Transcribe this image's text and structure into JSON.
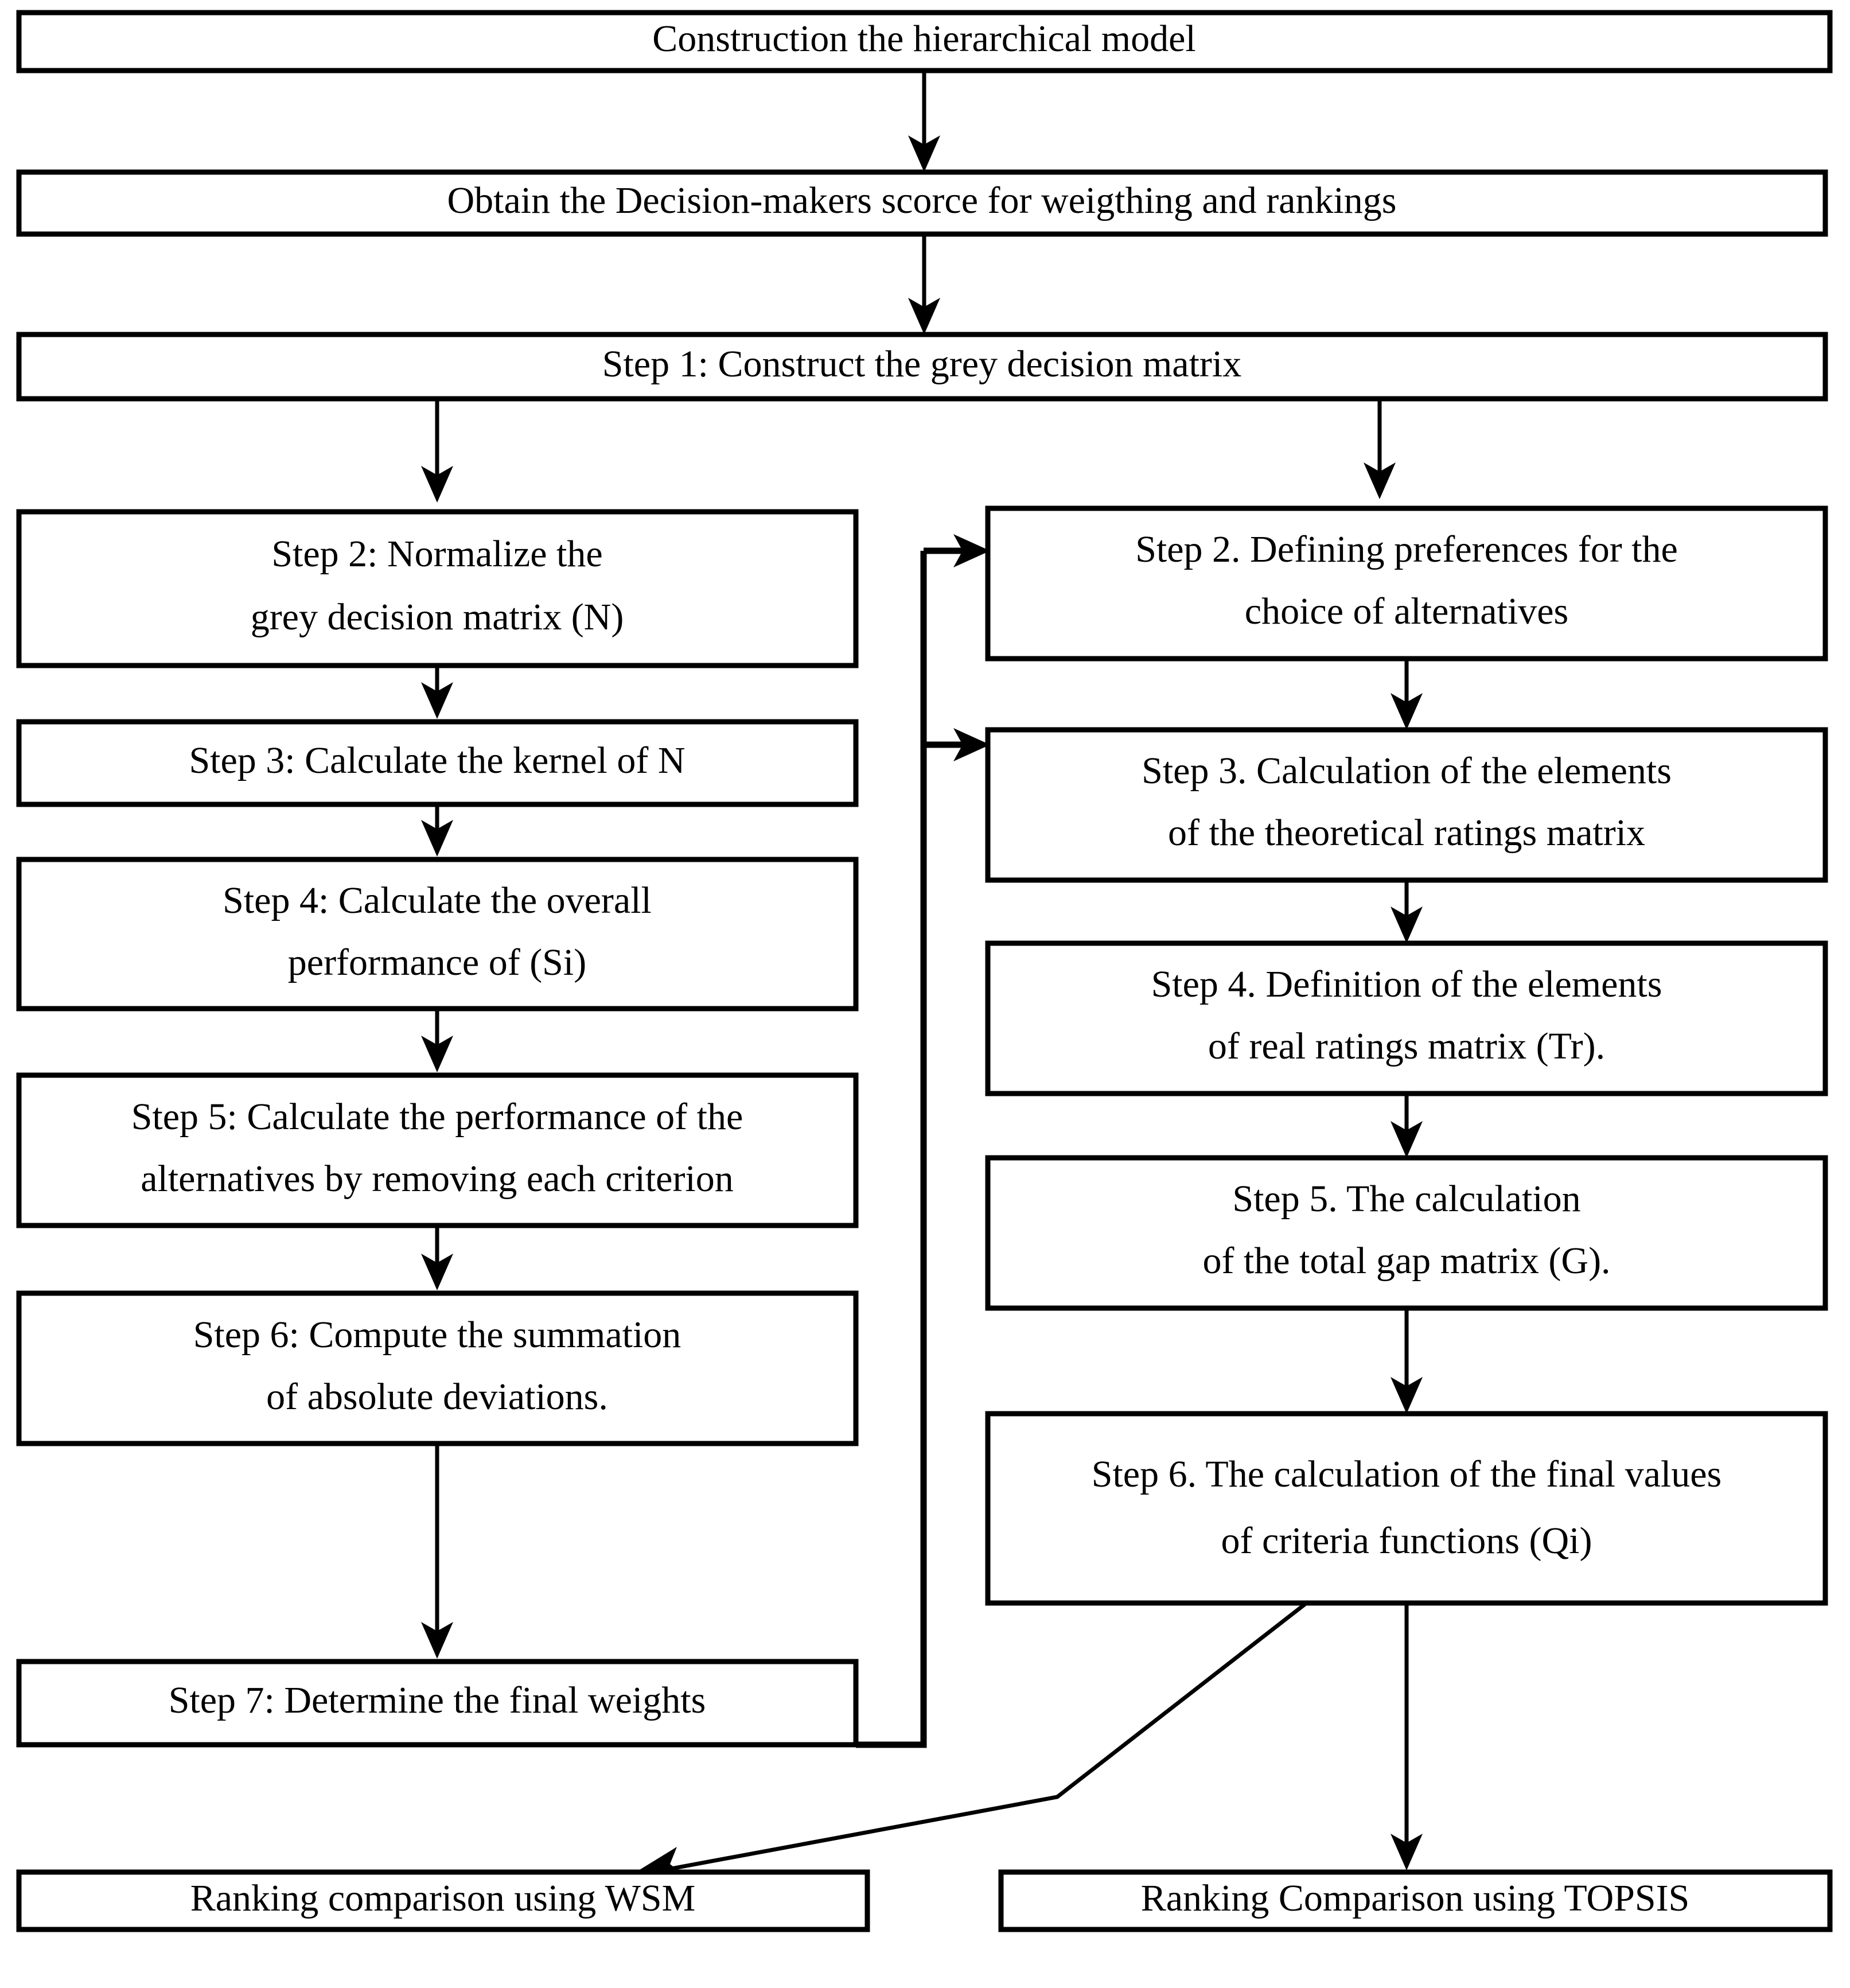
{
  "diagram": {
    "title_text": "MCDM methodology flowchart",
    "type": "flowchart",
    "background_color": "#ffffff",
    "line_color": "#000000",
    "text_color": "#000000",
    "nodes": {
      "top1": {
        "label": "Construction the hierarchical model"
      },
      "top2": {
        "label": "Obtain the Decision-makers scorce for weigthing and rankings"
      },
      "top3": {
        "label": "Step 1: Construct the grey decision matrix"
      },
      "left_step2_line1": {
        "label": "Step 2: Normalize the"
      },
      "left_step2_line2": {
        "label": "grey decision matrix (N)"
      },
      "left_step3": {
        "label": "Step 3:  Calculate the kernel of N"
      },
      "left_step4_line1": {
        "label": "Step 4: Calculate the overall"
      },
      "left_step4_line2": {
        "label": "performance of (Si)"
      },
      "left_step5_line1": {
        "label": "Step 5: Calculate the performance of the"
      },
      "left_step5_line2": {
        "label": "alternatives by removing each criterion"
      },
      "left_step6_line1": {
        "label": "Step 6: Compute the summation"
      },
      "left_step6_line2": {
        "label": "of absolute deviations."
      },
      "left_step7": {
        "label": "Step 7: Determine the final weights"
      },
      "right_step2_line1": {
        "label": "Step 2. Defining preferences for the"
      },
      "right_step2_line2": {
        "label": "choice of alternatives"
      },
      "right_step3_line1": {
        "label": "Step 3. Calculation of the elements"
      },
      "right_step3_line2": {
        "label": "of the theoretical ratings matrix"
      },
      "right_step4_line1": {
        "label": "Step 4. Definition of the elements"
      },
      "right_step4_line2": {
        "label": "of real ratings matrix (Tr)."
      },
      "right_step5_line1": {
        "label": "Step 5. The calculation"
      },
      "right_step5_line2": {
        "label": "of the total gap matrix (G)."
      },
      "right_step6_line1": {
        "label": "Step 6. The calculation of the final values"
      },
      "right_step6_line2": {
        "label": "of criteria functions (Qi)"
      },
      "bottom_left": {
        "label": "Ranking comparison using WSM"
      },
      "bottom_right": {
        "label": "Ranking Comparison using TOPSIS"
      }
    }
  }
}
